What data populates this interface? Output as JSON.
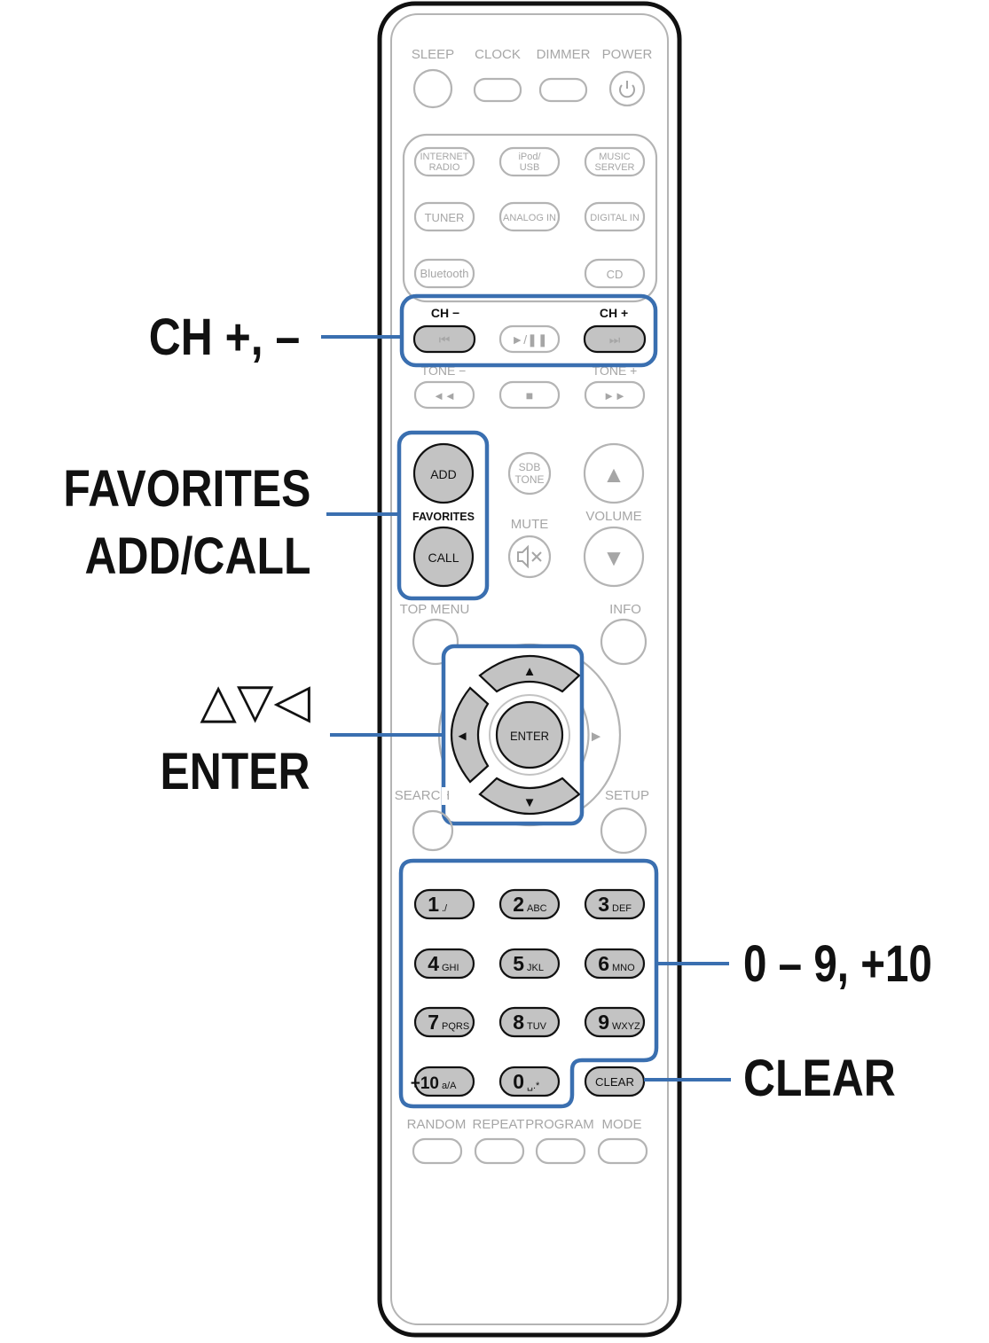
{
  "colors": {
    "highlight": "#3a6fb0",
    "outline": "#111111",
    "faded": "#b4b4b4",
    "faded_text": "#a6a6a6",
    "active_fill": "#c3c3c3",
    "body_fill": "#ffffff"
  },
  "remote": {
    "top_row": [
      "SLEEP",
      "CLOCK",
      "DIMMER",
      "POWER"
    ],
    "power_icon": "power-icon",
    "source_buttons": {
      "internet_radio": [
        "INTERNET",
        "RADIO"
      ],
      "ipod_usb": [
        "iPod/",
        "USB"
      ],
      "music_server": [
        "MUSIC",
        "SERVER"
      ],
      "tuner": "TUNER",
      "analog_in": "ANALOG IN",
      "digital_in": "DIGITAL IN",
      "bluetooth": "Bluetooth",
      "cd": "CD"
    },
    "ch_minus_label": "CH −",
    "ch_plus_label": "CH +",
    "skip_back_glyph": "⏮",
    "play_pause_glyph": "►/❚❚",
    "skip_fwd_glyph": "⏭",
    "tone_minus_label": "TONE −",
    "tone_plus_label": "TONE +",
    "rewind_glyph": "◄◄",
    "stop_glyph": "■",
    "ffwd_glyph": "►►",
    "add_label": "ADD",
    "favorites_label": "FAVORITES",
    "call_label": "CALL",
    "sdb_tone": [
      "SDB",
      "TONE"
    ],
    "mute_label": "MUTE",
    "mute_icon": "speaker-mute-icon",
    "volume_label": "VOLUME",
    "volume_up_glyph": "▲",
    "volume_down_glyph": "▼",
    "top_menu_label": "TOP MENU",
    "info_label": "INFO",
    "enter_label": "ENTER",
    "up_glyph": "▲",
    "down_glyph": "▼",
    "left_glyph": "◄",
    "right_glyph": "►",
    "search_label": "SEARCH",
    "setup_label": "SETUP",
    "numpad": [
      {
        "num": "1",
        "sub": "./"
      },
      {
        "num": "2",
        "sub": "ABC"
      },
      {
        "num": "3",
        "sub": "DEF"
      },
      {
        "num": "4",
        "sub": "GHI"
      },
      {
        "num": "5",
        "sub": "JKL"
      },
      {
        "num": "6",
        "sub": "MNO"
      },
      {
        "num": "7",
        "sub": "PQRS"
      },
      {
        "num": "8",
        "sub": "TUV"
      },
      {
        "num": "9",
        "sub": "WXYZ"
      },
      {
        "num": "+10",
        "sub": "a/A"
      },
      {
        "num": "0",
        "sub": "␣.*"
      }
    ],
    "clear_label": "CLEAR",
    "bottom_row": [
      "RANDOM",
      "REPEAT",
      "PROGRAM",
      "MODE"
    ]
  },
  "callouts": {
    "ch": "CH +, –",
    "favorites_line1": "FAVORITES",
    "favorites_line2": "ADD/CALL",
    "cursor_symbols": "△▽◁",
    "enter": "ENTER",
    "numbers": "0 – 9, +10",
    "clear": "CLEAR"
  }
}
